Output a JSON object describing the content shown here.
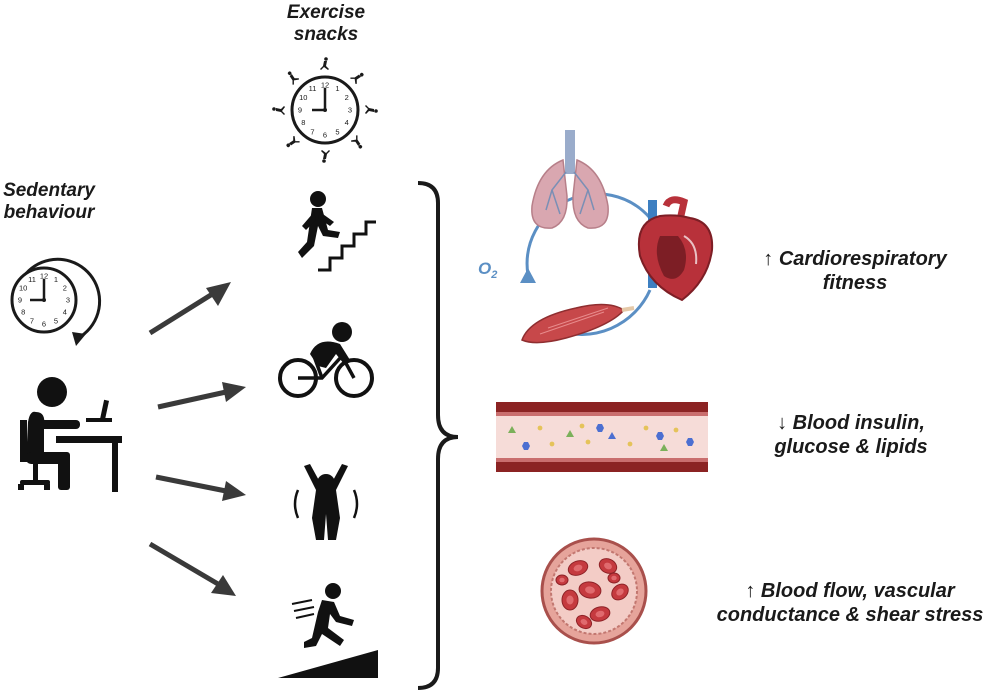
{
  "labels": {
    "exercise_snacks": [
      "Exercise",
      "snacks"
    ],
    "sedentary_behaviour": [
      "Sedentary",
      "behaviour"
    ],
    "oxygen": "O2"
  },
  "benefits": [
    {
      "arrow": "↑",
      "lines": [
        "Cardiorespiratory",
        "fitness"
      ]
    },
    {
      "arrow": "↓",
      "lines": [
        "Blood insulin,",
        "glucose & lipids"
      ]
    },
    {
      "arrow": "↑",
      "lines": [
        "Blood flow, vascular",
        "conductance & shear stress"
      ]
    }
  ],
  "clock_numbers": [
    "12",
    "1",
    "2",
    "3",
    "4",
    "5",
    "6",
    "7",
    "8",
    "9",
    "10",
    "11"
  ],
  "snack_activities": [
    "stair-climbing",
    "cycling",
    "jumping-jacks",
    "uphill-running"
  ],
  "colors": {
    "text": "#1a1a1a",
    "arrow": "#3a3a3a",
    "vessel_wall": "#8b2323",
    "vessel_lumen": "#f6dcd8",
    "circulation": "#5b8fc4",
    "lung": "#d9a7b0",
    "heart": "#b8313a",
    "muscle": "#c7484a",
    "rbc": "#c53a3f"
  }
}
